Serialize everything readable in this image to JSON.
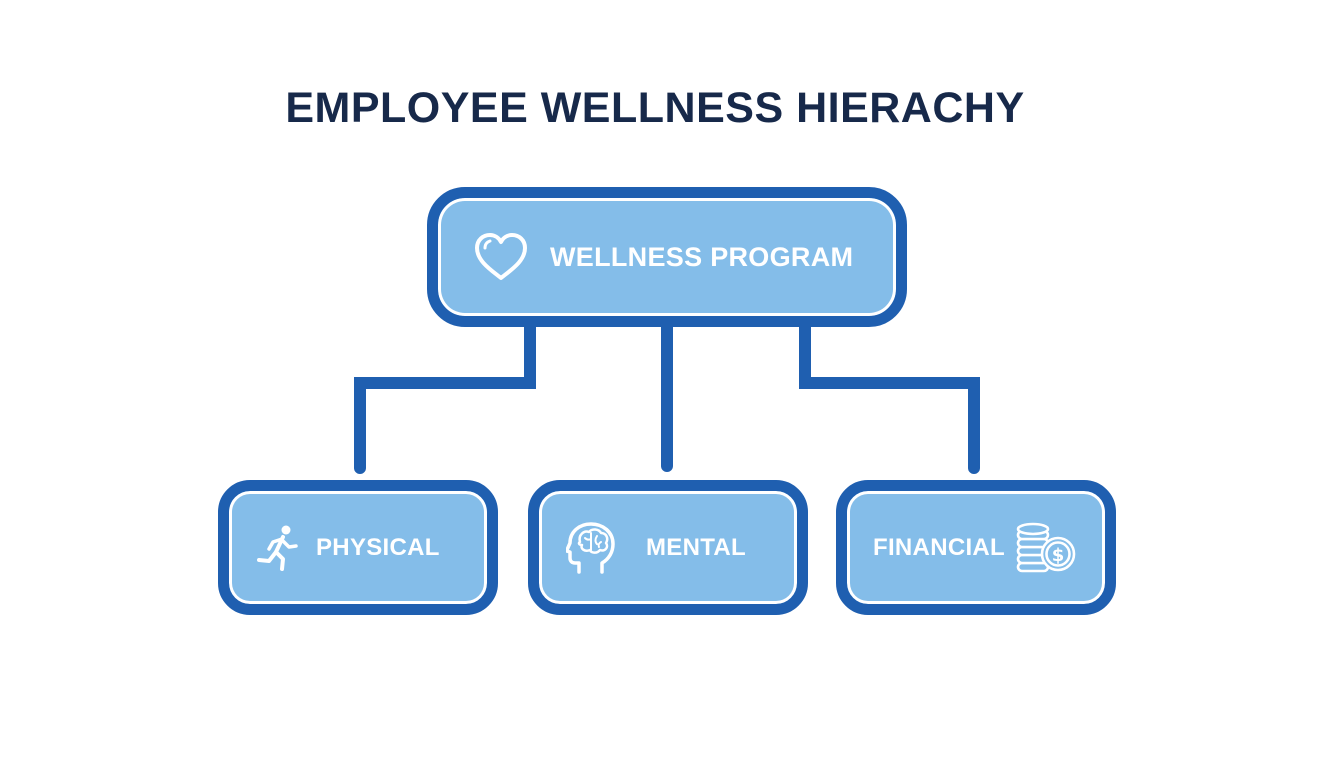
{
  "diagram": {
    "title": "EMPLOYEE WELLNESS HIERACHY",
    "colors": {
      "border": "#1f5fb0",
      "fill": "#84bde9",
      "label": "#ffffff",
      "title": "#17294a"
    },
    "root": {
      "label": "WELLNESS PROGRAM",
      "icon": "heart-icon"
    },
    "children": [
      {
        "label": "PHYSICAL",
        "icon": "running-person-icon"
      },
      {
        "label": "MENTAL",
        "icon": "head-brain-icon"
      },
      {
        "label": "FINANCIAL",
        "icon": "coins-dollar-icon"
      }
    ]
  }
}
